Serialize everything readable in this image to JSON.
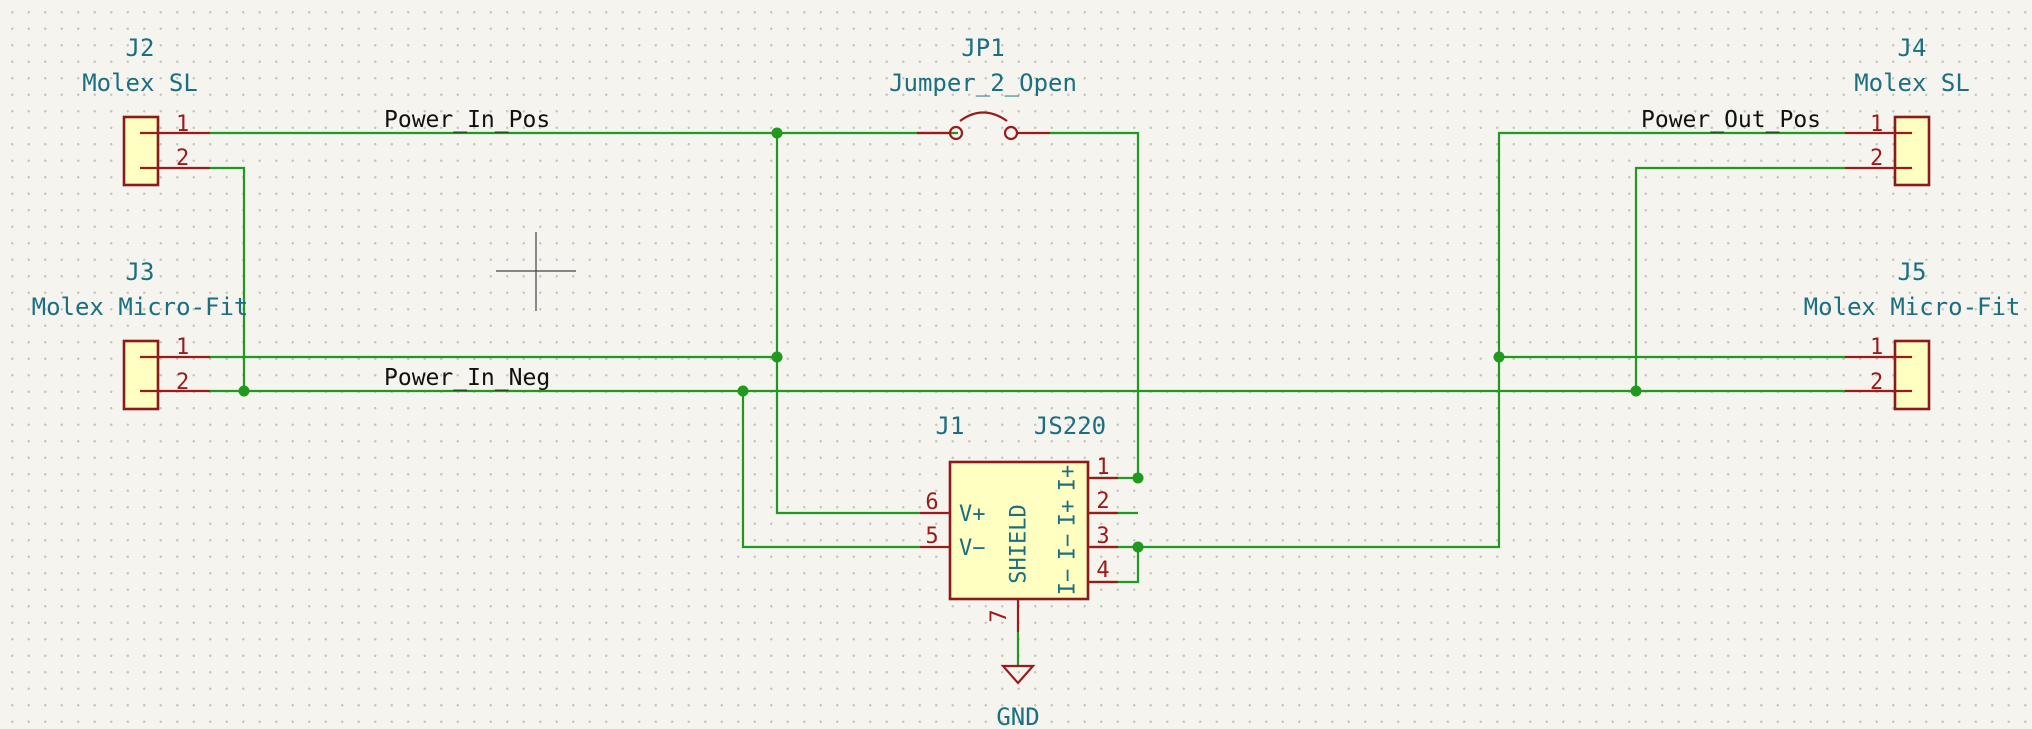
{
  "connectors": {
    "j2": {
      "ref": "J2",
      "value": "Molex SL",
      "pins": [
        "1",
        "2"
      ]
    },
    "j3": {
      "ref": "J3",
      "value": "Molex Micro-Fit",
      "pins": [
        "1",
        "2"
      ]
    },
    "j4": {
      "ref": "J4",
      "value": "Molex SL",
      "pins": [
        "1",
        "2"
      ]
    },
    "j5": {
      "ref": "J5",
      "value": "Molex Micro-Fit",
      "pins": [
        "1",
        "2"
      ]
    }
  },
  "jumper": {
    "ref": "JP1",
    "value": "Jumper_2_Open"
  },
  "sensor": {
    "ref": "J1",
    "value": "JS220",
    "pin_numbers": [
      "1",
      "2",
      "3",
      "4",
      "5",
      "6",
      "7"
    ],
    "pin_names": {
      "v_plus": "V+",
      "v_minus": "V−",
      "i_plus": "I+",
      "i_minus": "I−",
      "shield": "SHIELD"
    }
  },
  "ground": {
    "label": "GND"
  },
  "nets": {
    "power_in_pos": "Power_In_Pos",
    "power_in_neg": "Power_In_Neg",
    "power_out_pos": "Power_Out_Pos"
  },
  "colors": {
    "wire": "#1f9a1f",
    "pin": "#9b1b1b",
    "symbol_fill": "#ffffc2",
    "reference_text": "#1b6f80",
    "background": "#f5f4ef"
  }
}
